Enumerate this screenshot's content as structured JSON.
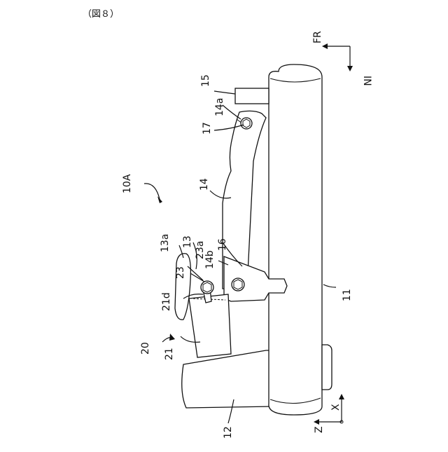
{
  "figure": {
    "caption": "（図８）"
  },
  "labels": {
    "l10A": "10A",
    "l11": "11",
    "l12": "12",
    "l13": "13",
    "l13a": "13a",
    "l14": "14",
    "l14a": "14a",
    "l14b": "14b",
    "l15": "15",
    "l16": "16",
    "l17": "17",
    "l20": "20",
    "l21": "21",
    "l21d": "21d",
    "l23": "23",
    "l23a": "23a"
  },
  "axes_top": {
    "fr": "FR",
    "in": "IN"
  },
  "axes_bottom": {
    "x": "X",
    "z": "Z"
  }
}
